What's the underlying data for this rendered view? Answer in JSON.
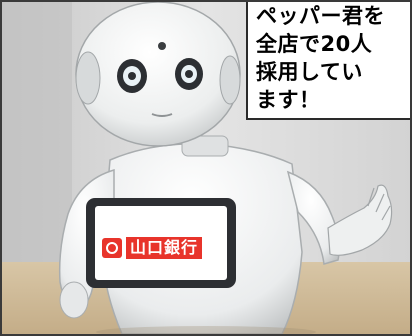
{
  "photo": {
    "subject": "robot-photo"
  },
  "tablet": {
    "logo_icon": "yamaguchi-bank-emblem-icon",
    "bank_name": "山口銀行",
    "accent_color": "#e8342b"
  },
  "caption": {
    "lines": [
      "ペッパー君を",
      "全店で20人",
      "採用してい",
      "ます！"
    ]
  }
}
